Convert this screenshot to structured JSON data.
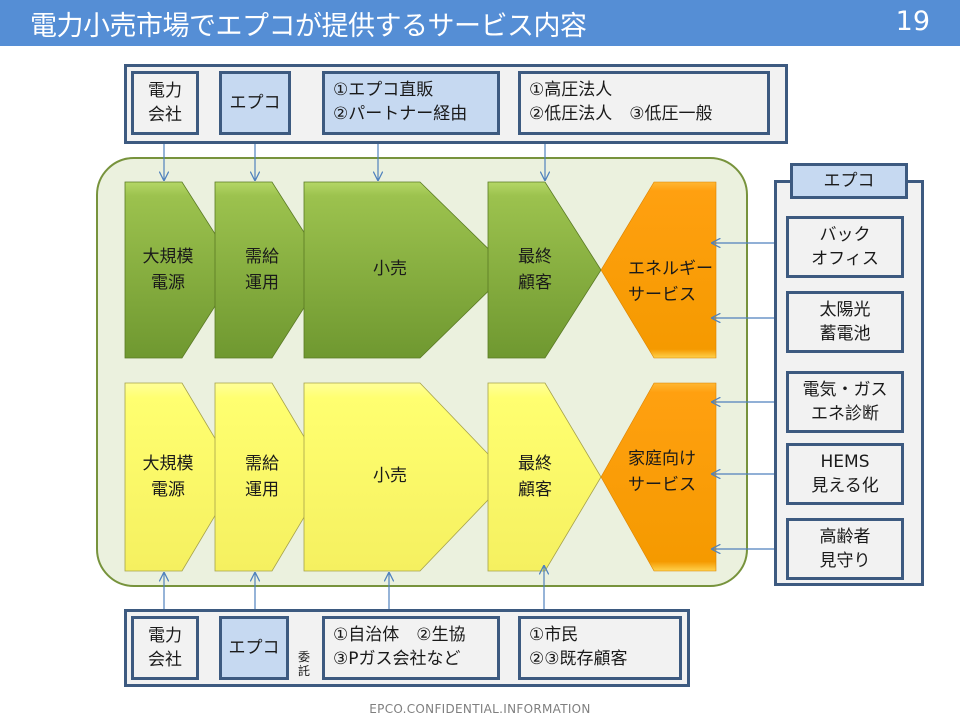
{
  "header": {
    "title": "電力小売市場でエプコが提供するサービス内容",
    "page_number": "19",
    "color": "#558ed5"
  },
  "top_row": {
    "boxes": [
      {
        "label": "電力\n会社",
        "style": "gray"
      },
      {
        "label": "エプコ",
        "style": "blue"
      },
      {
        "label": "①エプコ直販\n②パートナー経由",
        "style": "blue"
      },
      {
        "label": "①高圧法人\n②低圧法人　③低圧一般",
        "style": "gray"
      }
    ]
  },
  "value_chain": {
    "upper_row": {
      "color": "#9bbb59",
      "steps": [
        "大規模\n電源",
        "需給\n運用",
        "小売",
        "最終\n顧客"
      ],
      "service": "エネルギー\nサービス"
    },
    "lower_row": {
      "color": "#ffff66",
      "steps": [
        "大規模\n電源",
        "需給\n運用",
        "小売",
        "最終\n顧客"
      ],
      "service": "家庭向け\nサービス"
    },
    "service_color": "#ff9f00"
  },
  "right_panel": {
    "title": "エプコ",
    "items": [
      "バック\nオフィス",
      "太陽光\n蓄電池",
      "電気・ガス\nエネ診断",
      "HEMS\n見える化",
      "高齢者\n見守り"
    ]
  },
  "bottom_row": {
    "boxes": [
      {
        "label": "電力\n会社",
        "style": "gray"
      },
      {
        "label": "エプコ",
        "style": "blue"
      },
      {
        "label": "①自治体　②生協\n③Pガス会社など",
        "style": "gray"
      },
      {
        "label": "①市民\n②③既存顧客",
        "style": "gray"
      }
    ],
    "arrow_label": "委託"
  },
  "footer": {
    "text": "EPCO.CONFIDENTIAL.INFORMATION"
  }
}
